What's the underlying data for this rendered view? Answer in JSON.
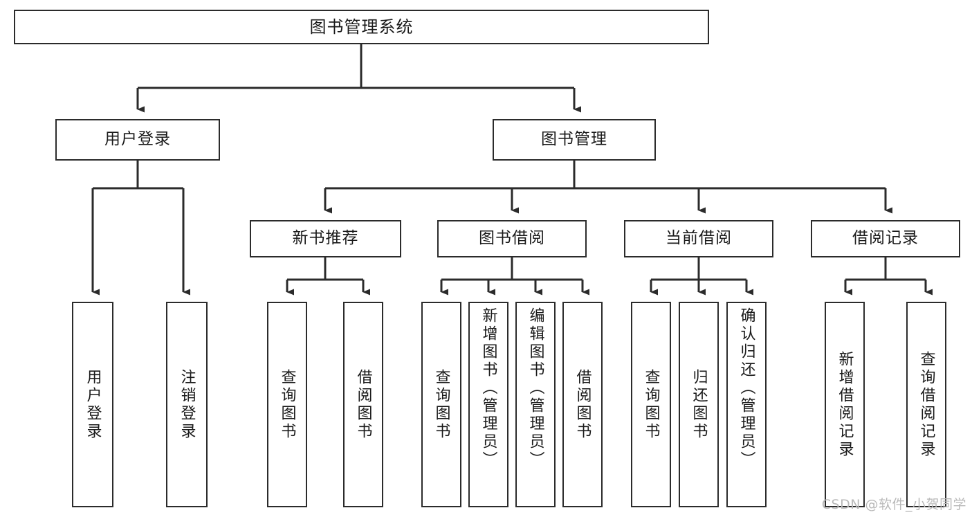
{
  "diagram": {
    "title": "图书管理系统",
    "type": "tree-hierarchy-diagram",
    "stroke_color": "#2b2b2b",
    "fill_color": "#ffffff",
    "background_color": "#ffffff",
    "text_color": "#1a1a1a"
  },
  "nodes": {
    "root": {
      "label": "图书管理系统"
    },
    "level2": [
      {
        "label": "用户登录"
      },
      {
        "label": "图书管理"
      }
    ],
    "level3": [
      {
        "label": "新书推荐"
      },
      {
        "label": "图书借阅"
      },
      {
        "label": "当前借阅"
      },
      {
        "label": "借阅记录"
      }
    ],
    "leaves": {
      "user_login": [
        {
          "label": "用户登录"
        },
        {
          "label": "注销登录"
        }
      ],
      "new_book_recommend": [
        {
          "label": "查询图书"
        },
        {
          "label": "借阅图书"
        }
      ],
      "book_borrow": [
        {
          "label": "查询图书"
        },
        {
          "label": "新增图书（管理员）"
        },
        {
          "label": "编辑图书（管理员）"
        },
        {
          "label": "借阅图书"
        }
      ],
      "current_borrow": [
        {
          "label": "查询图书"
        },
        {
          "label": "归还图书"
        },
        {
          "label": "确认归还（管理员）"
        }
      ],
      "borrow_record": [
        {
          "label": "新增借阅记录"
        },
        {
          "label": "查询借阅记录"
        }
      ]
    }
  },
  "watermark": {
    "text": "CSDN @软件_小贺同学",
    "color": "#b9b9b9"
  }
}
